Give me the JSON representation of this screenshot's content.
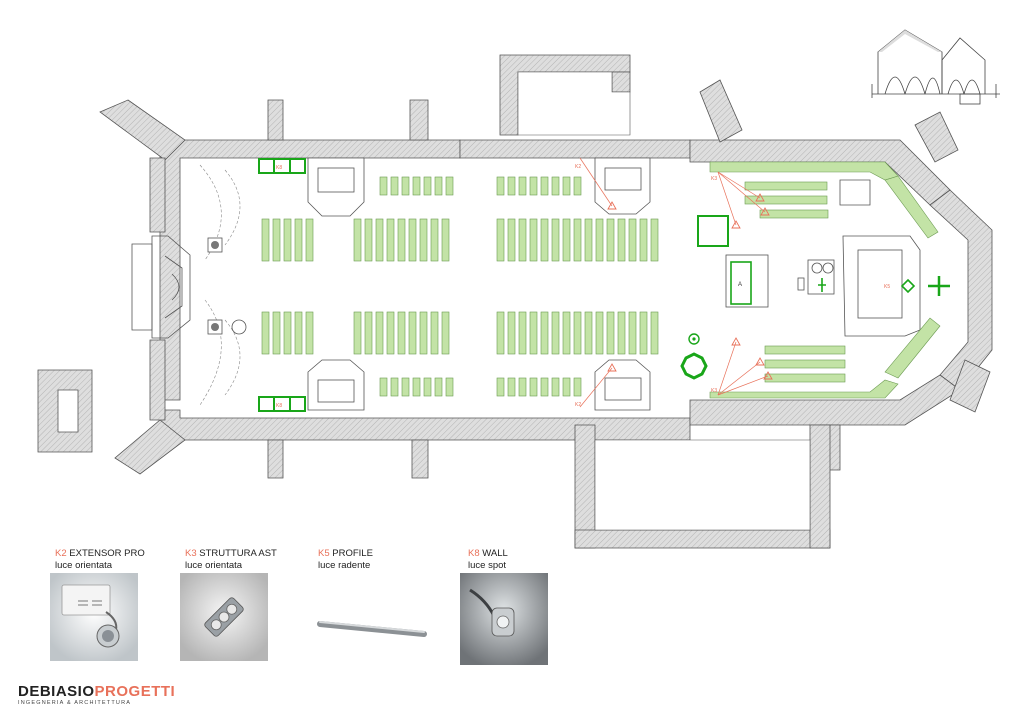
{
  "plan_labels": {
    "k8": "K8",
    "k3": "K3",
    "k5": "K5",
    "k2": "K2",
    "altar": "A"
  },
  "fixtures": [
    {
      "code": "K2",
      "name": "EXTENSOR PRO",
      "desc": "luce orientata",
      "icon": "spotlight-fixture"
    },
    {
      "code": "K3",
      "name": "STRUTTURA AST",
      "desc": "luce orientata",
      "icon": "triple-spot-strip"
    },
    {
      "code": "K5",
      "name": "PROFILE",
      "desc": "luce radente",
      "icon": "linear-bar-light"
    },
    {
      "code": "K8",
      "name": "WALL",
      "desc": "luce spot",
      "icon": "wall-gooseneck-spot"
    }
  ],
  "brand": {
    "part1": "DEBIASIO",
    "part2": "PROGETTI",
    "tagline": "INGEGNERIA & ARCHITETTURA"
  },
  "colors": {
    "accent": "#e8715a",
    "green": "#19a619",
    "pews": "#c3e3a6",
    "wall": "#d8d8d8"
  }
}
